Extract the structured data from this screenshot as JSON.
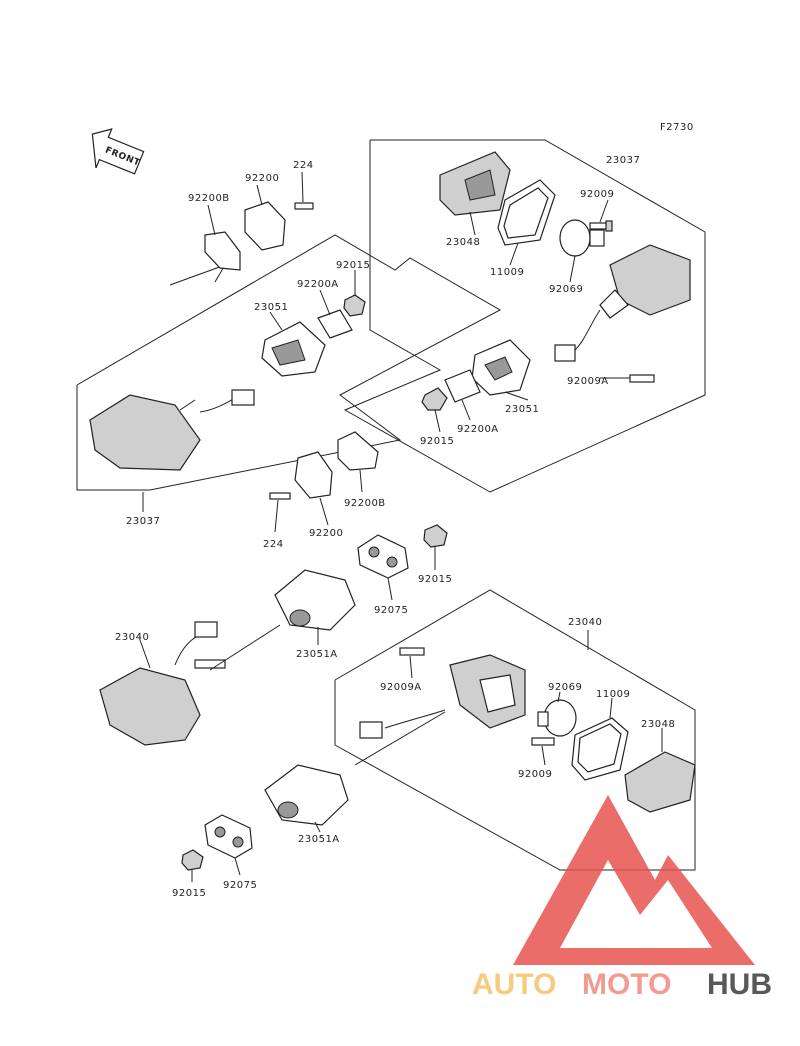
{
  "figure_code": "F2730",
  "front_label": "FRONT",
  "watermark": {
    "text_auto": "AUTO",
    "text_moto": "MOTO",
    "text_hub": "HUB",
    "color_auto": "#f5c26b",
    "color_moto": "#ef8a80",
    "color_hub": "#3b3b3b",
    "logo_color": "#e8544f"
  },
  "callouts": {
    "c01": "23037",
    "c02": "F2730",
    "c03": "224",
    "c04": "92200",
    "c05": "92200B",
    "c06": "92009",
    "c07": "23048",
    "c08": "11009",
    "c09": "92069",
    "c10": "92015",
    "c11": "92200A",
    "c12": "23051",
    "c13": "92009A",
    "c14": "23051",
    "c15": "92015",
    "c16": "92200A",
    "c17": "92200B",
    "c18": "23037",
    "c19": "92200",
    "c20": "224",
    "c21": "92015",
    "c22": "92075",
    "c23": "23051A",
    "c24": "23040",
    "c25": "23040",
    "c26": "92009A",
    "c27": "92069",
    "c28": "11009",
    "c29": "23048",
    "c30": "92009",
    "c31": "23051A",
    "c32": "92015",
    "c33": "92075"
  }
}
